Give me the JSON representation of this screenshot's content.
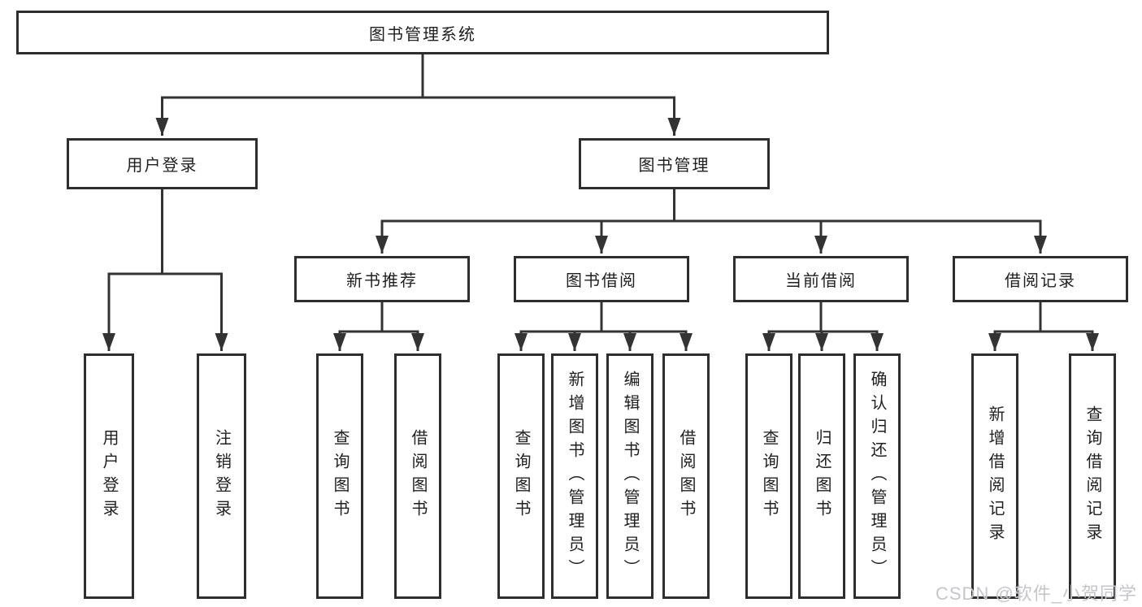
{
  "diagram": {
    "root": {
      "label": "图书管理系统"
    },
    "branches": {
      "user_login": {
        "label": "用户登录",
        "children": [
          {
            "label": "用户登录"
          },
          {
            "label": "注销登录"
          }
        ]
      },
      "book_mgmt": {
        "label": "图书管理",
        "children": [
          {
            "label": "新书推荐",
            "children": [
              {
                "label": "查询图书"
              },
              {
                "label": "借阅图书"
              }
            ]
          },
          {
            "label": "图书借阅",
            "children": [
              {
                "label": "查询图书"
              },
              {
                "label": "新增图书（管理员）"
              },
              {
                "label": "编辑图书（管理员）"
              },
              {
                "label": "借阅图书"
              }
            ]
          },
          {
            "label": "当前借阅",
            "children": [
              {
                "label": "查询图书"
              },
              {
                "label": "归还图书"
              },
              {
                "label": "确认归还（管理员）"
              }
            ]
          },
          {
            "label": "借阅记录",
            "children": [
              {
                "label": "新增借阅记录"
              },
              {
                "label": "查询借阅记录"
              }
            ]
          }
        ]
      }
    },
    "colors": {
      "line": "#333333",
      "box_border": "#2e2e2e",
      "text": "#1f1f1f",
      "background": "#ffffff",
      "watermark": "#c6c6ca"
    }
  },
  "watermark": {
    "text": "CSDN @软件_小贺同学"
  }
}
